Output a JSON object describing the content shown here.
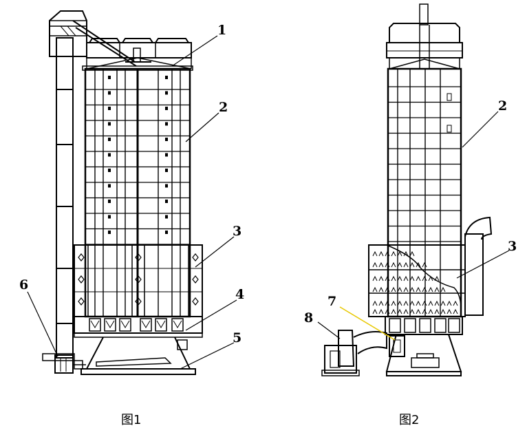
{
  "figure1": {
    "caption": "图1",
    "labels": [
      "1",
      "2",
      "3",
      "4",
      "5",
      "6"
    ]
  },
  "figure2": {
    "caption": "图2",
    "labels": [
      "2",
      "3",
      "7",
      "8"
    ]
  },
  "colors": {
    "line": "#000000",
    "background": "#ffffff",
    "leader7": "#e8c800"
  }
}
